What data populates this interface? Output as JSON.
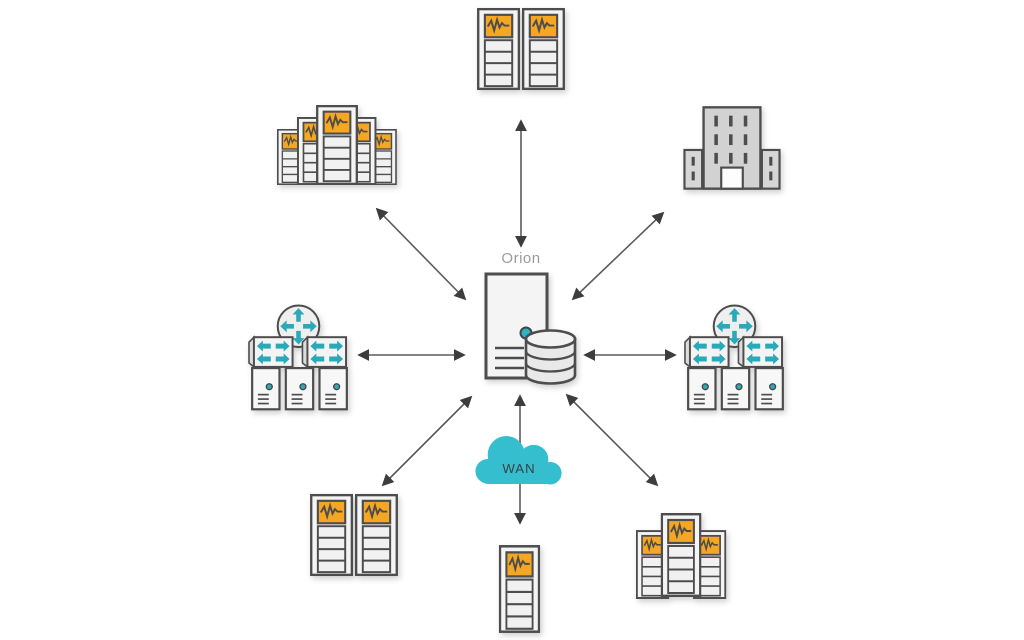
{
  "diagram": {
    "center_label": "Orion",
    "wan_label": "WAN",
    "center": {
      "name": "orion-polling-engine",
      "icon": "server-tower-with-database"
    },
    "nodes": [
      {
        "position": "top",
        "icon": "server-rack-pair"
      },
      {
        "position": "top-left",
        "icon": "server-rack-cluster-5"
      },
      {
        "position": "top-right",
        "icon": "office-building"
      },
      {
        "position": "left",
        "icon": "router-switches-servers-group"
      },
      {
        "position": "right",
        "icon": "router-switches-servers-group"
      },
      {
        "position": "bottom-left",
        "icon": "server-rack-pair"
      },
      {
        "position": "bottom",
        "icon": "wan-cloud-with-single-server-rack"
      },
      {
        "position": "bottom-right",
        "icon": "server-rack-cluster-3"
      }
    ],
    "connections": "eight double-headed arrows radiating from center",
    "colors": {
      "teal": "#35bfce",
      "teal_dark": "#2aa9b8",
      "orange": "#f5a623",
      "outline": "#4d4d4d",
      "fill_light": "#f4f4f4",
      "fill_building": "#d6d6d6",
      "arrow": "#5c5c5c",
      "arrowhead": "#3d3d3d",
      "label_gray": "#9b9b9b"
    }
  }
}
